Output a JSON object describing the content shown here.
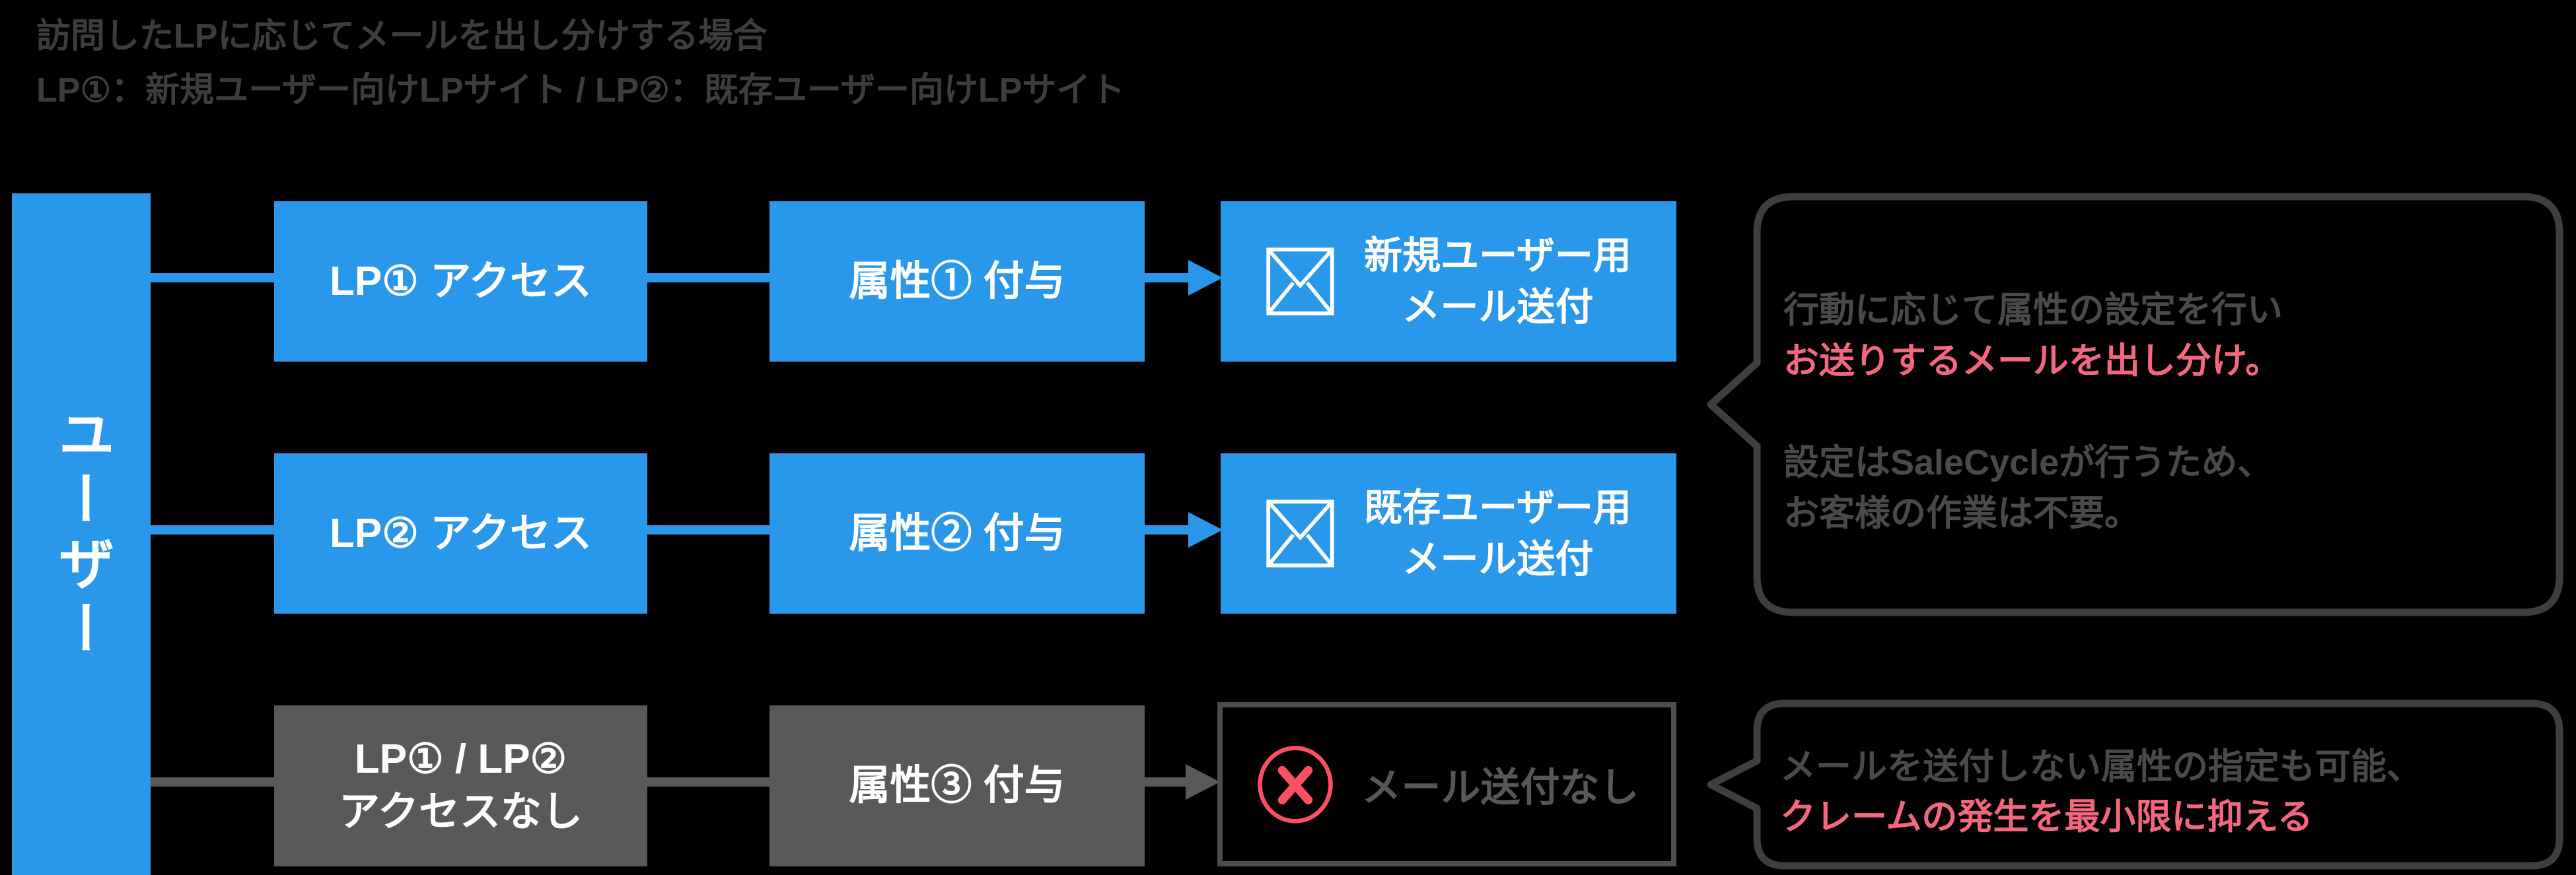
{
  "title": {
    "line1": "訪問したLPに応じてメールを出し分けする場合",
    "line2": "LP①：新規ユーザー向けLPサイト / LP②：既存ユーザー向けLPサイト"
  },
  "user_bar": {
    "label": "ユーザー"
  },
  "flow": {
    "rows": [
      {
        "access": "LP① アクセス",
        "attribute": "属性① 付与",
        "result_line1": "新規ユーザー用",
        "result_line2": "メール送付"
      },
      {
        "access": "LP② アクセス",
        "attribute": "属性② 付与",
        "result_line1": "既存ユーザー用",
        "result_line2": "メール送付"
      },
      {
        "access_line1": "LP① / LP②",
        "access_line2": "アクセスなし",
        "attribute": "属性③ 付与",
        "result": "メール送付なし"
      }
    ]
  },
  "callouts": [
    {
      "lines": [
        {
          "text": "行動に応じて属性の設定を行い"
        },
        {
          "text": "お送りするメールを出し分け。"
        },
        {
          "text": ""
        },
        {
          "text": "設定はSaleCycleが行うため、"
        },
        {
          "text": "お客様の作業は不要。"
        }
      ]
    },
    {
      "lines": [
        {
          "text": "メールを送付しない属性の指定も可能、"
        },
        {
          "text": "クレームの発生を最小限に抑える"
        }
      ]
    }
  ],
  "icons": {
    "envelope": "envelope-icon",
    "no_mail": "crossed-circle-icon"
  },
  "colors": {
    "blue": "#2997ea",
    "gray_box": "#595959",
    "pink_text": "#f4677e",
    "pink_icon": "#fb5064",
    "bubble_border": "#3f3f3f",
    "black_box_border": "#4d4d4d",
    "title_text": "#3d3d3d",
    "bubble_gray_text": "#4a4a4a",
    "white": "#ffffff",
    "background": "#000000"
  }
}
